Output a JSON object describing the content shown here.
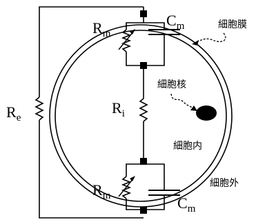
{
  "labels": {
    "re": "R",
    "re_sub": "e",
    "ri": "R",
    "ri_sub": "i",
    "rm_top": "R",
    "rm_top_sub": "m",
    "cm_top": "C",
    "cm_top_sub": "m",
    "rm_bot": "R",
    "rm_bot_sub": "m",
    "cm_bot": "C",
    "cm_bot_sub": "m"
  },
  "annotations": {
    "membrane": "細胞膜",
    "nucleus": "細胞核",
    "intracellular": "細胞内",
    "extracellular": "細胞外"
  },
  "colors": {
    "line": "#000000",
    "background": "#ffffff"
  }
}
